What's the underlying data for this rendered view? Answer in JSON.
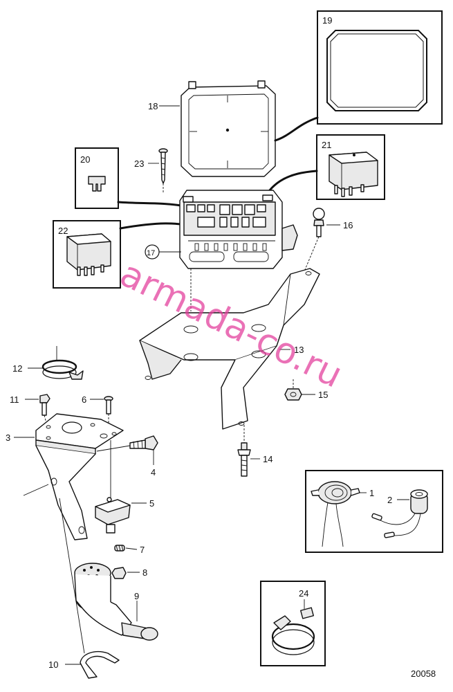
{
  "diagram": {
    "callouts": {
      "c1": "1",
      "c2": "2",
      "c3": "3",
      "c4": "4",
      "c5": "5",
      "c6": "6",
      "c7": "7",
      "c8": "8",
      "c9": "9",
      "c10": "10",
      "c11": "11",
      "c12": "12",
      "c13": "13",
      "c14": "14",
      "c15": "15",
      "c16": "16",
      "c17": "17",
      "c18": "18",
      "c19": "19",
      "c20": "20",
      "c21": "21",
      "c22": "22",
      "c23": "23",
      "c24": "24"
    },
    "figure_number": "20058",
    "watermark": "armada-co.ru"
  }
}
